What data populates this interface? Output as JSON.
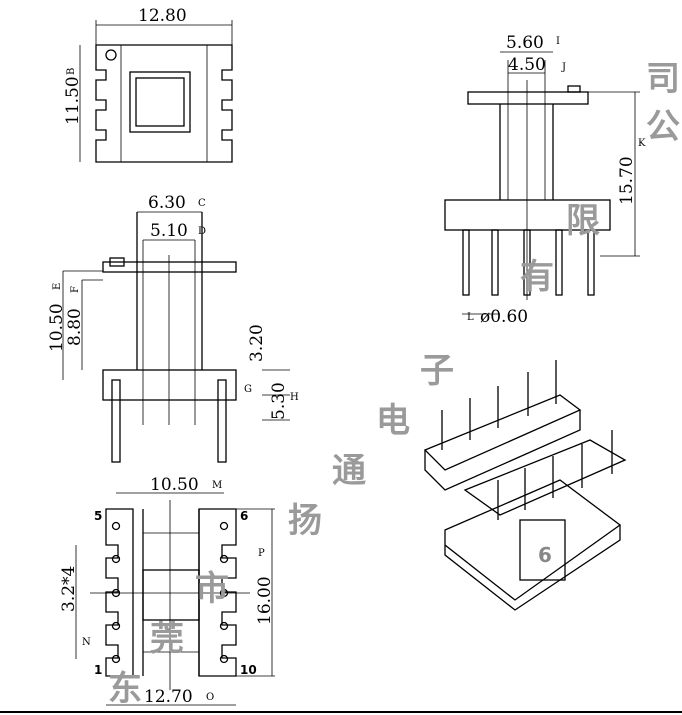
{
  "top_view": {
    "width": "12.80",
    "height": "11.50",
    "width_label": "B"
  },
  "front_view": {
    "dims": [
      {
        "v": "6.30",
        "l": "C"
      },
      {
        "v": "5.10",
        "l": "D"
      },
      {
        "v": "10.50",
        "l": "E"
      },
      {
        "v": "8.80",
        "l": "F"
      },
      {
        "v": "3.20",
        "l": ""
      },
      {
        "v": "G",
        "l": ""
      },
      {
        "v": "5.30",
        "l": "H"
      }
    ]
  },
  "side_view": {
    "dims": [
      {
        "v": "5.60",
        "l": "I"
      },
      {
        "v": "4.50",
        "l": "J"
      },
      {
        "v": "15.70",
        "l": "K"
      },
      {
        "v": "ø0.60",
        "l": "L"
      }
    ]
  },
  "bottom_view": {
    "dims": [
      {
        "v": "10.50",
        "l": "M"
      },
      {
        "v": "3.2*4",
        "l": ""
      },
      {
        "v": "16.00",
        "l": "P"
      },
      {
        "v": "12.70",
        "l": "O"
      },
      {
        "v": "",
        "l": "N"
      }
    ],
    "pins": [
      "5",
      "6",
      "1",
      "10"
    ]
  },
  "iso_view": {
    "label": "6"
  },
  "watermark": "东莞市扬通电子有限公司"
}
